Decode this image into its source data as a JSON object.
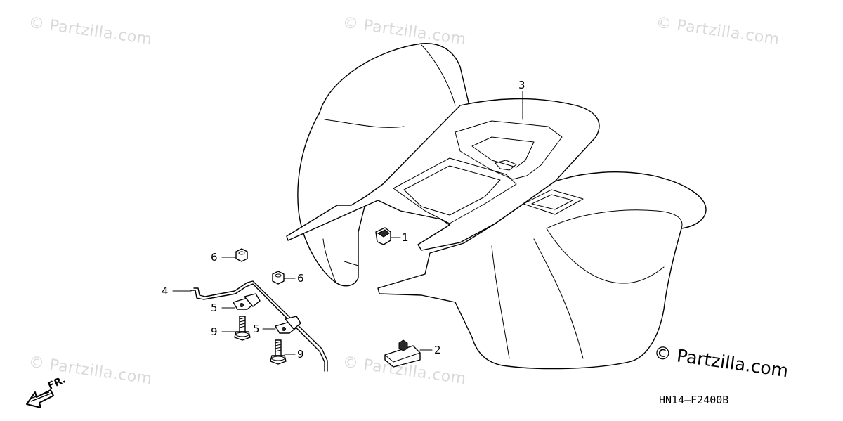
{
  "watermark": "© Partzilla.com",
  "brand_mark": "© Partzilla.com",
  "diagram_code": "HN14—F2400B",
  "direction_label": "FR.",
  "callouts": {
    "c1": "1",
    "c2": "2",
    "c3": "3",
    "c4": "4",
    "c5a": "5",
    "c5b": "5",
    "c6a": "6",
    "c6b": "6",
    "c9a": "9",
    "c9b": "9"
  },
  "icons": {
    "direction": "front-arrow-icon"
  }
}
